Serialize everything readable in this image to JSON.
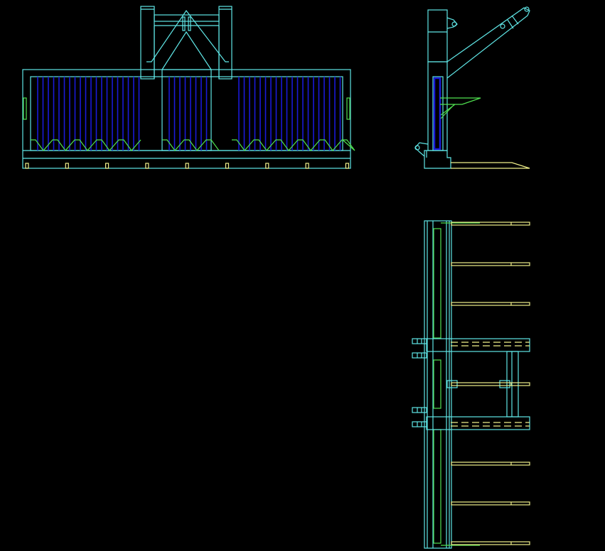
{
  "drawing": {
    "colors": {
      "background": "#000000",
      "frame": "#5fe6e6",
      "panel_bars": "#1a1ad8",
      "mesh": "#4fe04f",
      "tines": "#f0f08a"
    },
    "views": [
      "front-view",
      "side-view",
      "top-view"
    ]
  }
}
